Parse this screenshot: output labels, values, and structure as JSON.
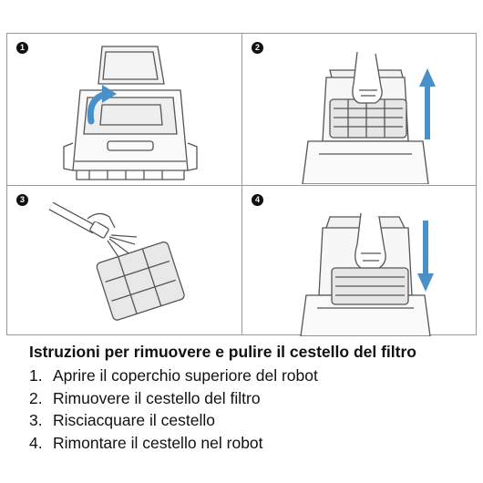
{
  "steps": [
    {
      "badge": "1",
      "illustration": "robot-open-lid"
    },
    {
      "badge": "2",
      "illustration": "lift-filter-basket"
    },
    {
      "badge": "3",
      "illustration": "rinse-filter-basket"
    },
    {
      "badge": "4",
      "illustration": "reinsert-filter-basket"
    }
  ],
  "instructions": {
    "title": "Istruzioni per rimuovere e pulire il cestello del filtro",
    "items": [
      {
        "number": "1.",
        "text": "Aprire il coperchio superiore del robot"
      },
      {
        "number": "2.",
        "text": "Rimuovere il cestello del filtro"
      },
      {
        "number": "3.",
        "text": "Risciacquare il cestello"
      },
      {
        "number": "4.",
        "text": "Rimontare il cestello nel robot"
      }
    ]
  },
  "colors": {
    "arrow": "#4a90c8",
    "border": "#9a9a9a",
    "outline": "#555555"
  }
}
